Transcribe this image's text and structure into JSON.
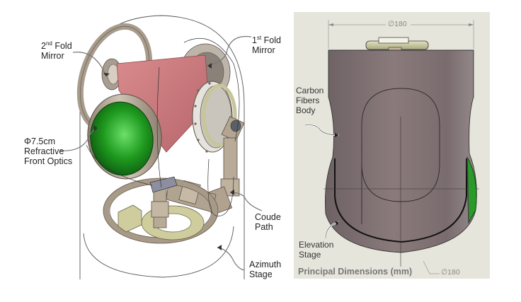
{
  "left_figure": {
    "labels": {
      "second_fold_mirror": {
        "ordinal": "2",
        "suffix": "nd",
        "line1_rest": " Fold",
        "line2": "Mirror"
      },
      "first_fold_mirror": {
        "ordinal": "1",
        "suffix": "st",
        "line1_rest": " Fold",
        "line2": "Mirror"
      },
      "front_optics": {
        "line1": "Φ7.5cm",
        "line2": "Refractive",
        "line3": "Front Optics"
      },
      "coude_path": {
        "line1": "Coude",
        "line2": "Path"
      },
      "azimuth_stage": {
        "line1": "Azimuth",
        "line2": "Stage"
      }
    },
    "colors": {
      "cone": "#c9757a",
      "lens": "#1f9a1f",
      "metal": "#b6a998",
      "flange": "#cfcfa0"
    }
  },
  "right_figure": {
    "labels": {
      "body": {
        "line1": "Carbon",
        "line2": "Fibers",
        "line3": "Body"
      },
      "elevation_stage": {
        "line1": "Elevation",
        "line2": "Stage"
      }
    },
    "dimensions": {
      "top_diameter": "∅180",
      "bottom_diameter": "∅180"
    },
    "caption": "Principal Dimensions (mm)",
    "colors": {
      "background": "#e6e5dc",
      "body": "#7d6e70",
      "lens": "#2a9a2a"
    }
  }
}
